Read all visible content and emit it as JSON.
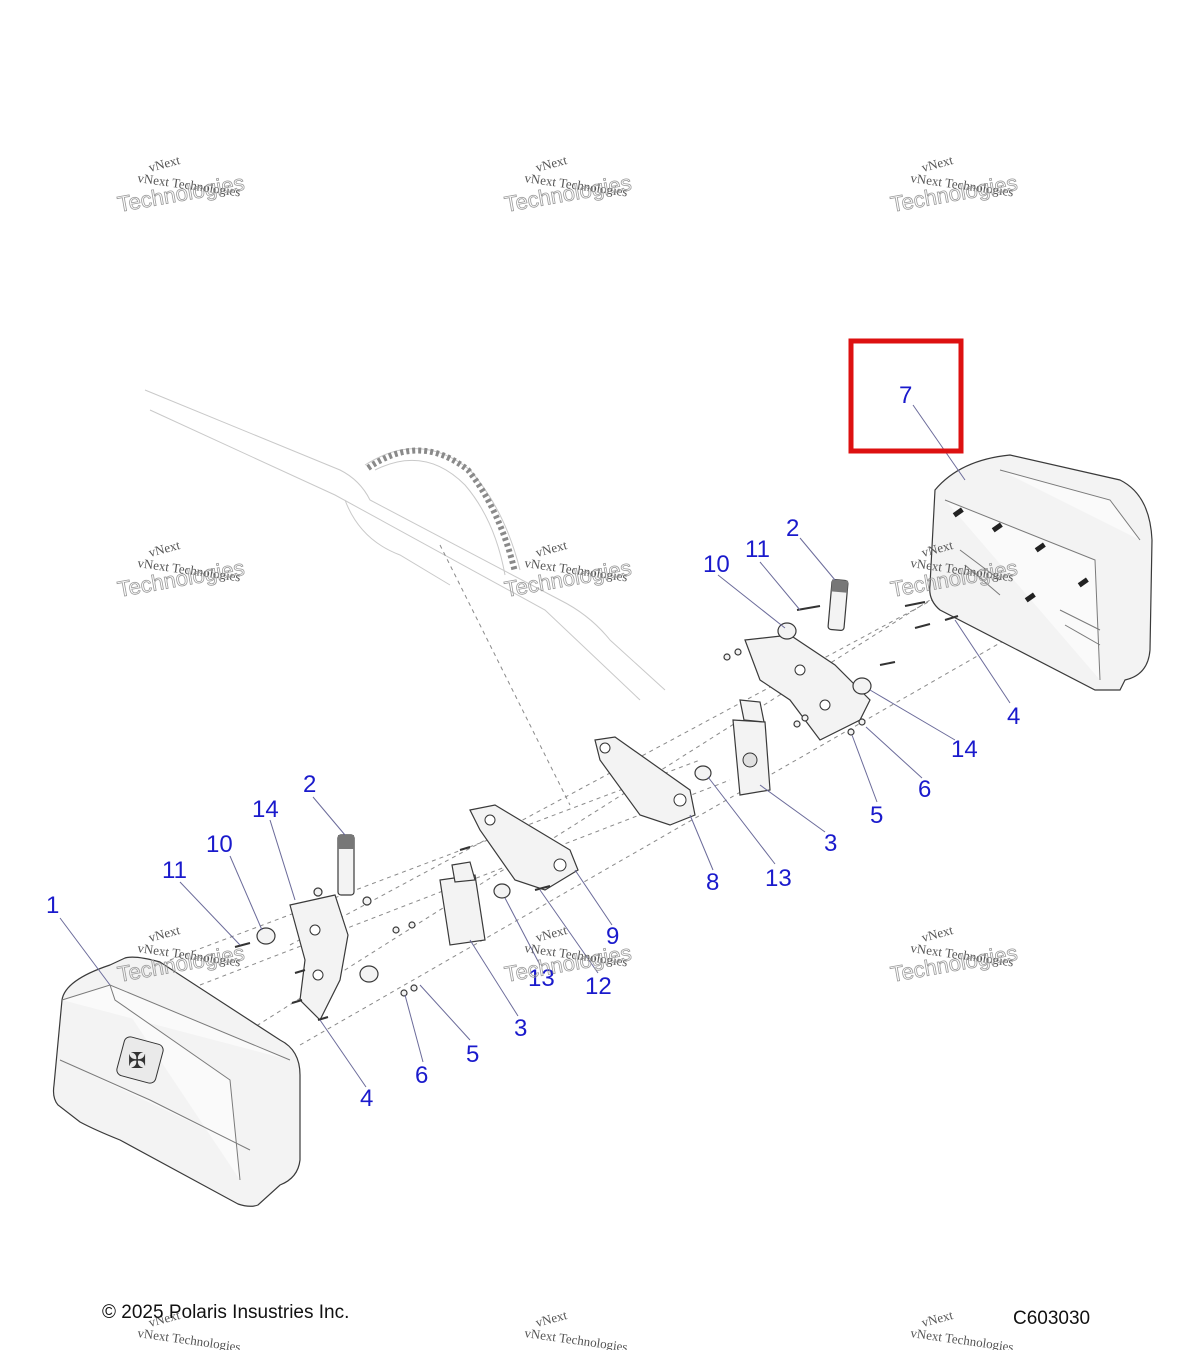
{
  "copyright": "© 2025 Polaris Insustries Inc.",
  "figure_id": "C603030",
  "watermark": {
    "line1": "vNext Technologies",
    "line2": "Technologies",
    "arc": "vNext"
  },
  "highlight": {
    "color": "#dd1111",
    "target": "7"
  },
  "callouts": {
    "c1": "1",
    "c2a": "2",
    "c2b": "2",
    "c3a": "3",
    "c3b": "3",
    "c4a": "4",
    "c4b": "4",
    "c5a": "5",
    "c5b": "5",
    "c6a": "6",
    "c6b": "6",
    "c7": "7",
    "c8": "8",
    "c9": "9",
    "c10a": "10",
    "c10b": "10",
    "c11a": "11",
    "c11b": "11",
    "c12": "12",
    "c13a": "13",
    "c13b": "13",
    "c14a": "14",
    "c14b": "14"
  }
}
